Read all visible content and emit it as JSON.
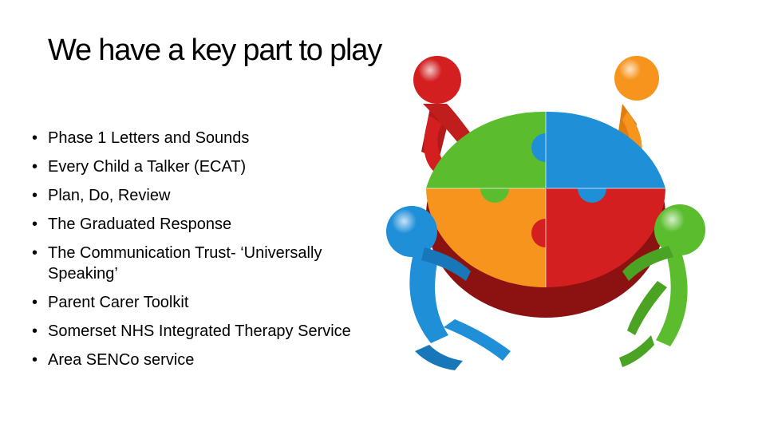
{
  "slide": {
    "title": "We have a key part to play",
    "bullets": [
      "Phase 1 Letters and Sounds",
      "Every Child a Talker (ECAT)",
      "Plan, Do, Review",
      "The Graduated Response",
      "The Communication Trust- ‘Universally Speaking’",
      "Parent Carer Toolkit",
      "Somerset NHS Integrated Therapy Service",
      "Area SENCo service"
    ],
    "bullet_glyph": "•"
  },
  "illustration": {
    "subject": "four-figures-holding-puzzle-circle",
    "colors": {
      "red": "#d31f1f",
      "orange": "#f7941d",
      "blue": "#1f8fd8",
      "green": "#5bbd2e"
    }
  }
}
